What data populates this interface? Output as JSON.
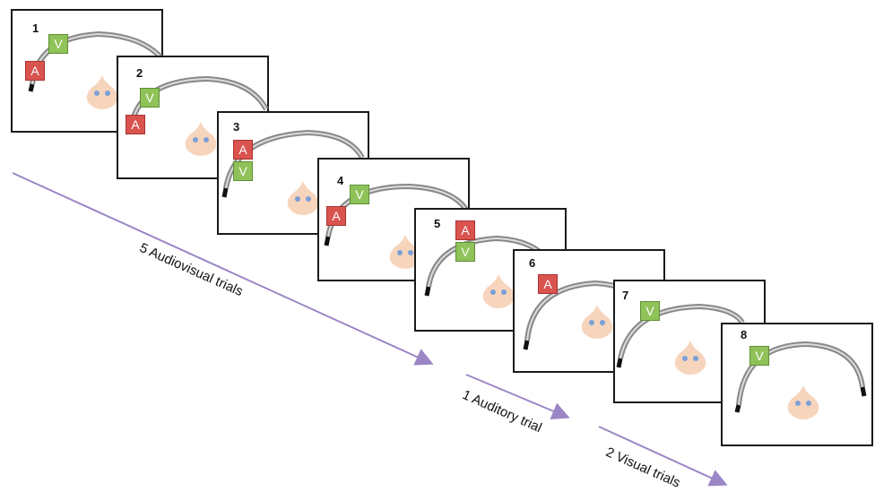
{
  "trials": [
    {
      "number": "1",
      "boxes": [
        "A",
        "V"
      ]
    },
    {
      "number": "2",
      "boxes": [
        "A",
        "V"
      ]
    },
    {
      "number": "3",
      "boxes": [
        "A",
        "V"
      ]
    },
    {
      "number": "4",
      "boxes": [
        "A",
        "V"
      ]
    },
    {
      "number": "5",
      "boxes": [
        "A",
        "V"
      ]
    },
    {
      "number": "6",
      "boxes": [
        "A"
      ]
    },
    {
      "number": "7",
      "boxes": [
        "V"
      ]
    },
    {
      "number": "8",
      "boxes": [
        "V"
      ]
    }
  ],
  "box_colors": {
    "A": "#d9534f",
    "V": "#8fc258"
  },
  "labels": {
    "audiovisual": "5 Audiovisual trials",
    "auditory": "1 Auditory trial",
    "visual": "2 Visual trials"
  },
  "arrow_color": "#9b86c6",
  "head_color": "#f7d5bd"
}
